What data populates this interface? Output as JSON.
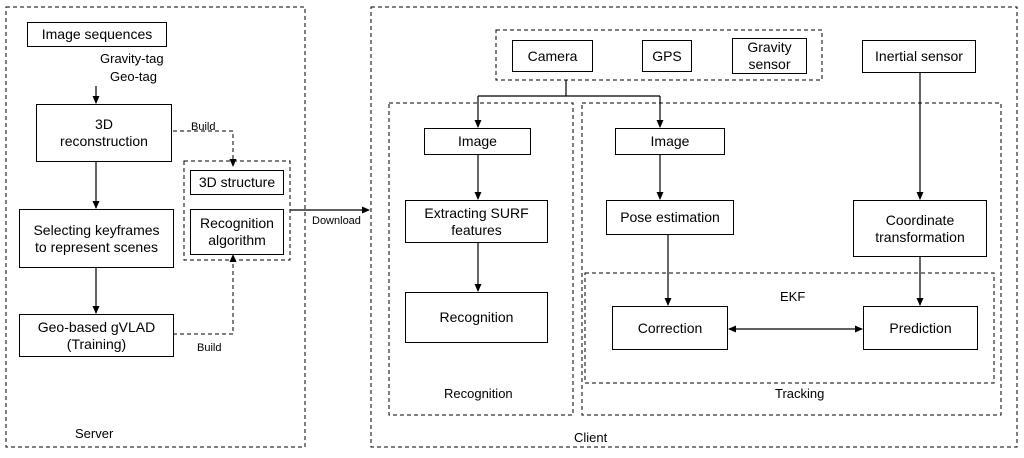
{
  "server": {
    "label": "Server",
    "image_sequences": "Image sequences",
    "tags": [
      "Gravity-tag",
      "Geo-tag"
    ],
    "reconstruction": [
      "3D",
      "reconstruction"
    ],
    "keyframes": [
      "Selecting keyframes",
      "to represent scenes"
    ],
    "gvlad": [
      "Geo-based gVLAD",
      "(Training)"
    ],
    "structure": "3D structure",
    "recognition_algorithm": [
      "Recognition",
      "algorithm"
    ],
    "build_top": "Build",
    "build_bottom": "Build"
  },
  "download": "Download",
  "client": {
    "label": "Client",
    "sensors": {
      "camera": "Camera",
      "gps": "GPS",
      "gravity": [
        "Gravity",
        "sensor"
      ]
    },
    "inertial": "Inertial sensor",
    "recognition_panel": {
      "label": "Recognition",
      "image": "Image",
      "surf": [
        "Extracting SURF",
        "features"
      ],
      "recognition": "Recognition"
    },
    "tracking_panel": {
      "label": "Tracking",
      "image": "Image",
      "pose": "Pose estimation",
      "coordinate": [
        "Coordinate",
        "transformation"
      ],
      "ekf": "EKF",
      "correction": "Correction",
      "prediction": "Prediction"
    }
  },
  "colors": {
    "line": "#000000",
    "background": "#ffffff"
  }
}
